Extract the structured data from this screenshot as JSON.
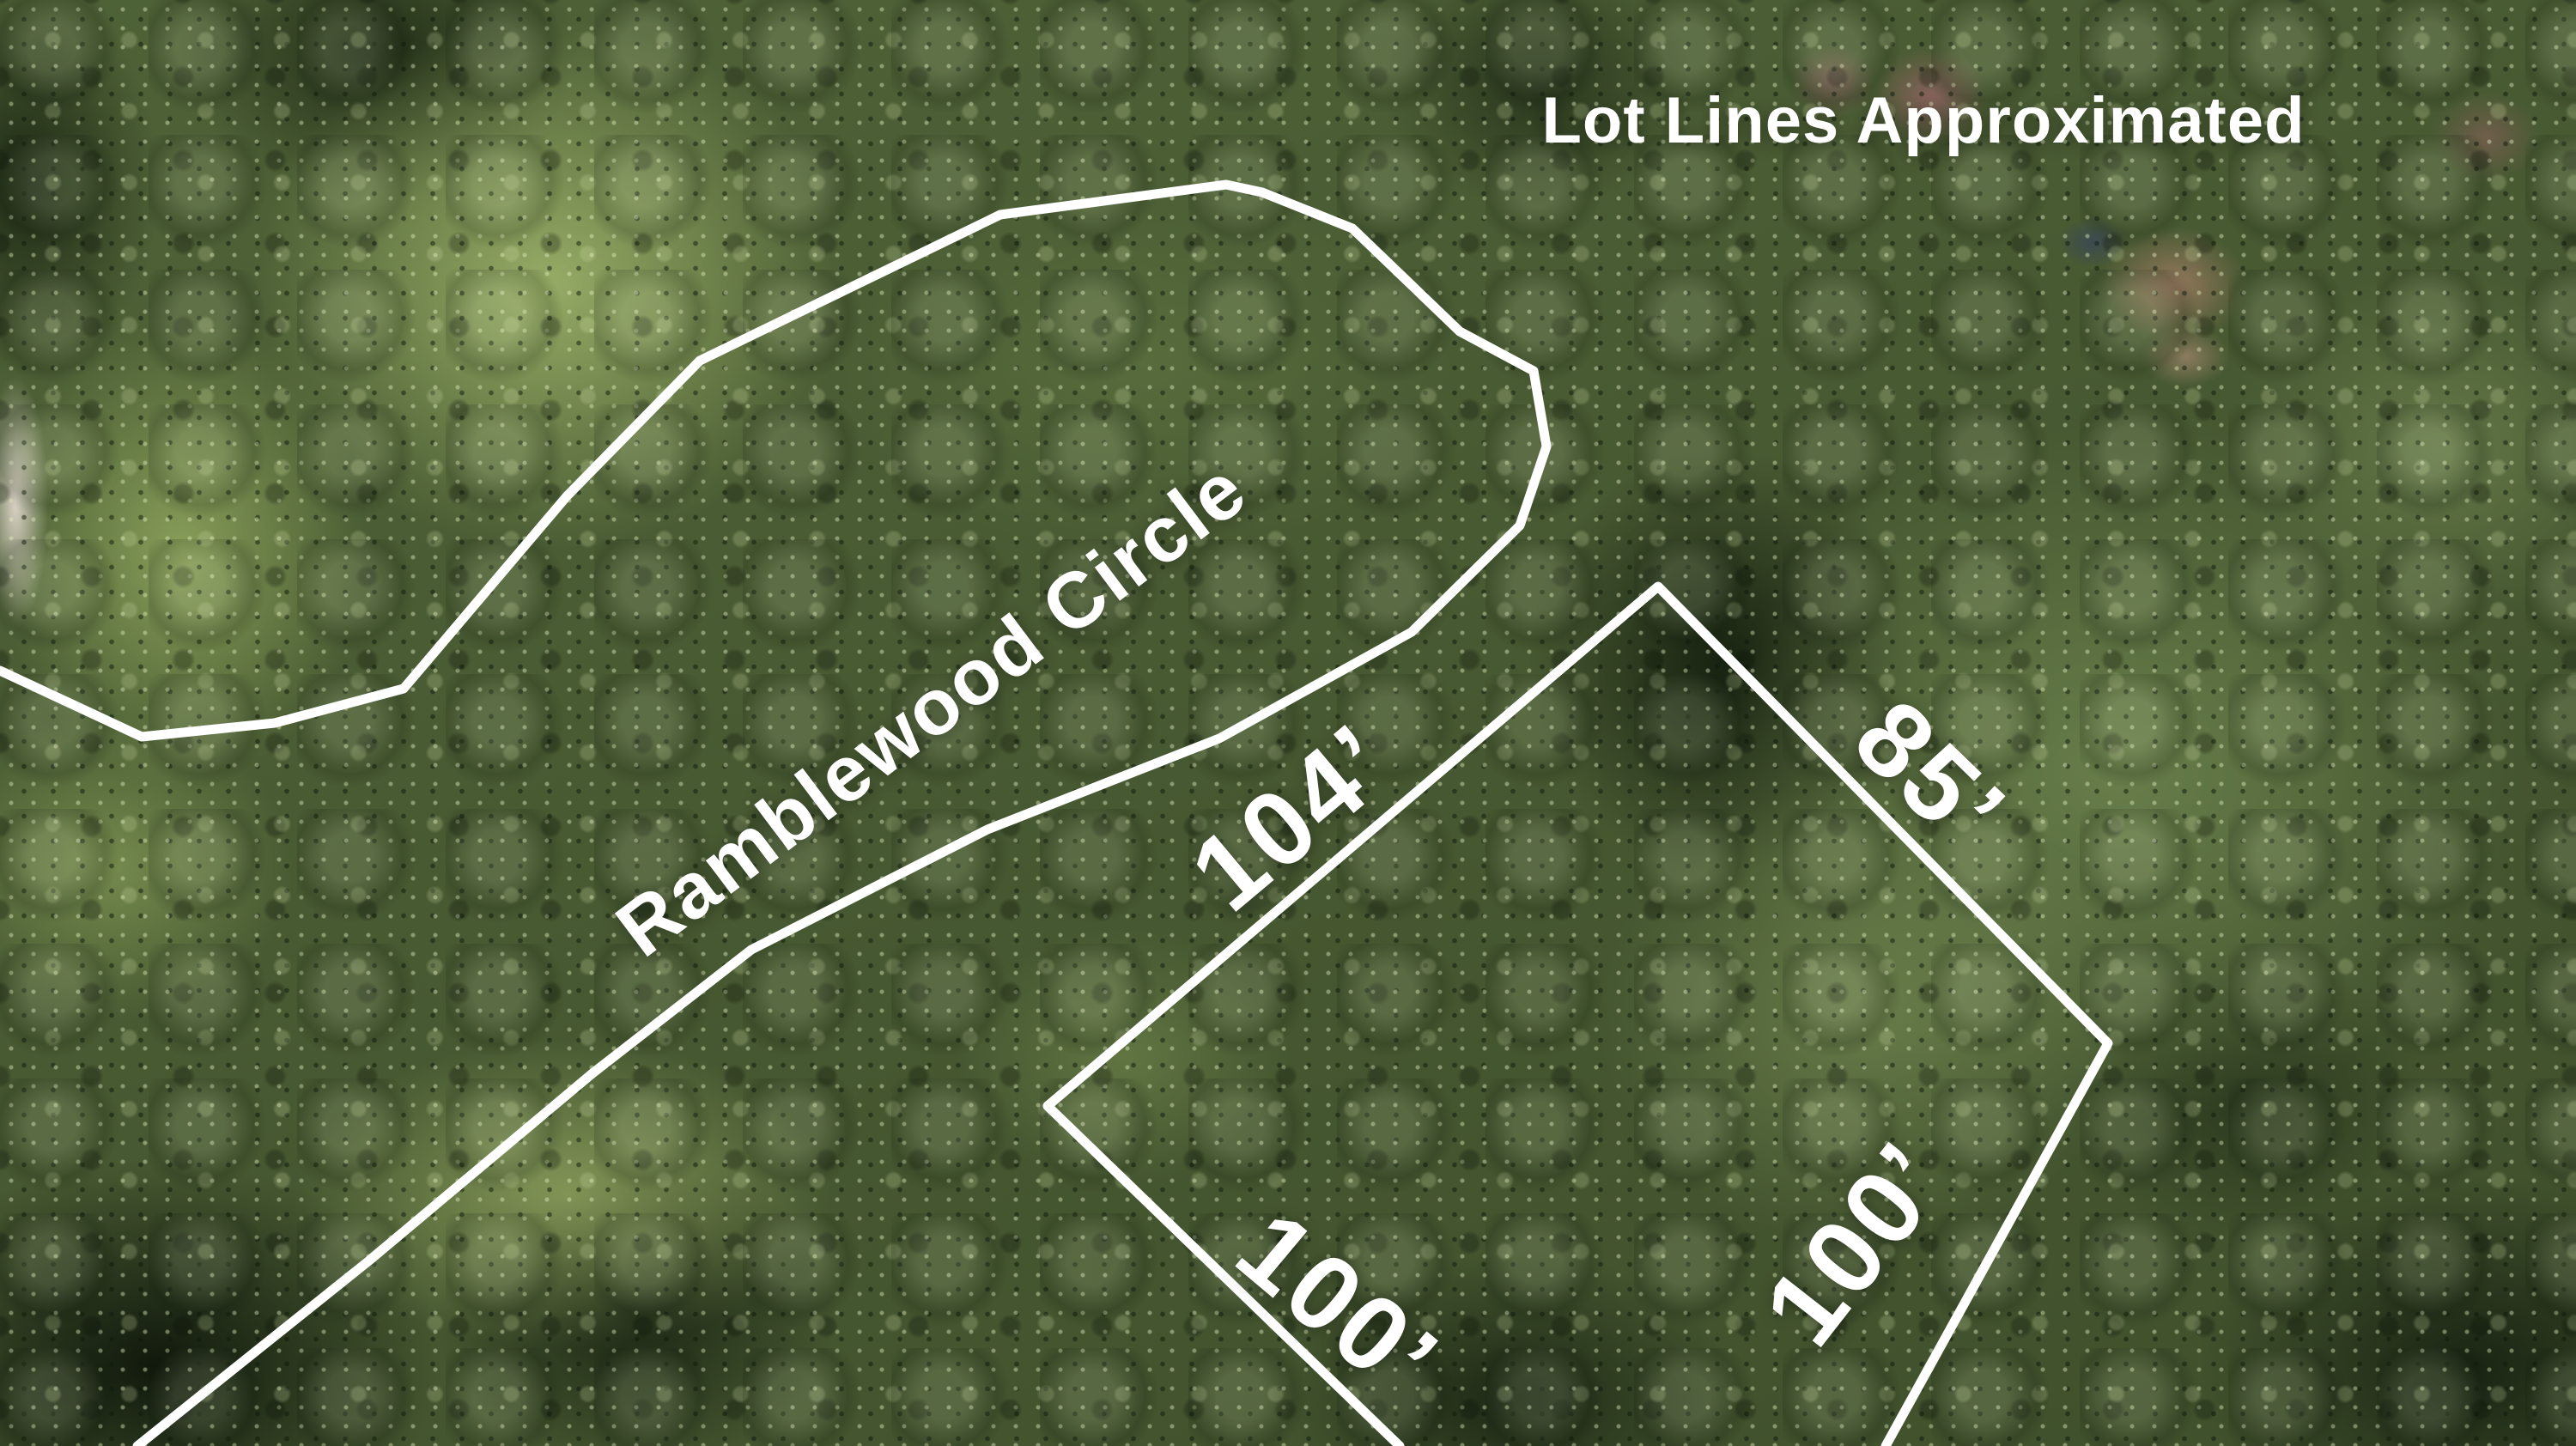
{
  "scene": {
    "description": "Aerial drone photograph of a fully wooded residential lot with approximate boundary lines drawn in white over the tree canopy",
    "disclaimer": "Lot Lines Approximated",
    "street_name": "Ramblewood Circle"
  },
  "lot": {
    "front_dimension": "104’",
    "upper_right_dimension": "85’",
    "lower_left_dimension": "100’",
    "lower_right_dimension": "100’"
  },
  "colors": {
    "annotation_white": "#ffffff",
    "canopy_base": "#5c7040",
    "canopy_highlight": "#a3b96e",
    "canopy_shadow": "#16240f",
    "sage_green": "#7e9861",
    "dirt_patch": "#9e7c63",
    "dead_foliage": "#9b636a",
    "road_surface": "#e2d9ce"
  }
}
